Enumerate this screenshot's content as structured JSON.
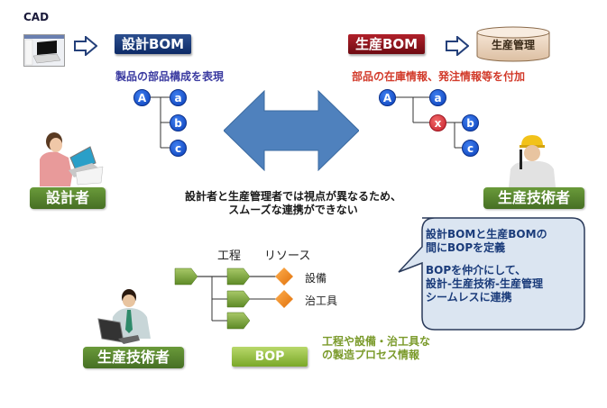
{
  "cad": {
    "label": "CAD",
    "thumbnail_icon": "laptop-screenshot-icon"
  },
  "design_bom": {
    "badge": "設計BOM",
    "subtitle": "製品の部品構成を表現",
    "tree": {
      "root": "A",
      "children": [
        "a",
        "b",
        "c"
      ]
    }
  },
  "production_bom": {
    "badge": "生産BOM",
    "subtitle": "部品の在庫情報、発注情報等を付加",
    "tree": {
      "root": "A",
      "child": "a",
      "intermediate": "x",
      "grandchildren": [
        "b",
        "c"
      ]
    }
  },
  "production_management": {
    "label": "生産管理",
    "icon": "database-cylinder-icon"
  },
  "roles": {
    "designer": "設計者",
    "production_engineer_top": "生産技術者",
    "production_engineer_bottom": "生産技術者"
  },
  "center_message": {
    "line1": "設計者と生産管理者では視点が異なるため、",
    "line2": "スムーズな連携ができない"
  },
  "callout": {
    "line1": "設計BOMと生産BOMの",
    "line2": "間にBOPを定義",
    "line3": "BOPを仲介にして、",
    "line4": "設計-生産技術-生産管理",
    "line5": "シームレスに連携"
  },
  "bop_diagram": {
    "process_header": "工程",
    "resource_header": "リソース",
    "resources": [
      "設備",
      "治工具"
    ]
  },
  "bop": {
    "badge": "BOP",
    "desc_line1": "工程や設備・治工具な",
    "desc_line2": "の製造プロセス情報"
  },
  "colors": {
    "design_blue": "#0d2a66",
    "production_red": "#8a1018",
    "role_green": "#527f2c",
    "bop_green": "#8ab83a",
    "arrow_blue": "#4f81bd",
    "bubble_fill": "#dbe5f1",
    "resource_orange": "#f08a1e"
  }
}
